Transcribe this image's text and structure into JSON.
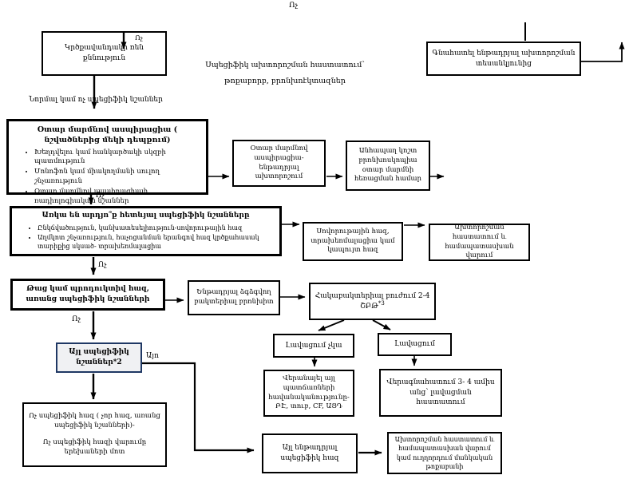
{
  "floating": {
    "no_top": "Ոչ",
    "no_xray": "Ոչ",
    "no_after_fb": "Ոչ",
    "no_after_specific": "Ոչ",
    "no_after_wet": "Ոչ",
    "yes": "Այո",
    "normal_label": "Նորմալ կամ ոչ սպեցիֆիկ նշաններ",
    "side_note_line1": "Սպեցիֆիկ ախտորոշման հաստատում՝",
    "side_note_line2": "թոքաբորբ, բրոնխոէկտազներ"
  },
  "nodes": {
    "chest_xray": {
      "text": "Կրծքավանդակի ռեն քննություն"
    },
    "evaluate": {
      "text": "Գնահատել ենթադրյալ ախտորոշման տեսանկյունից"
    },
    "fb_criteria": {
      "title": "Օտար մարմնով ասպիրացիա ( նշվածներից մեկի դեպքում)",
      "bullets": [
        "Խեղդվելու կամ հանկարծակի սկզբի պատմություն",
        "Մոնոֆոն կամ միակողմանի սուլող շնչառություն",
        "Օտար մարմնով ասպիրացիայի ռադիոլոգիական նշաններ"
      ]
    },
    "fb_presumed": {
      "text": "Օտար մարմնով ասպիրացիա- ենթադրյալ ախտորոշում"
    },
    "bronchoscopy": {
      "text": "Անհապաղ կոշտ բրոնխոսկոպիա օտար մարմնի հեռացման համար"
    },
    "specific_signs": {
      "title": "Առկա են արդյո՞ք հետևյալ սպեցիֆիկ նշանները",
      "bullets": [
        "Ընկճվածություն, կանխատեսելիություն-սովորութային հազ",
        "Աղմկոտ շնչառություն, հաչոցանման երանգով հազ կրծքահասակ տարիքից սկսած- տրախեոմալացիա"
      ]
    },
    "habit_cough": {
      "text": "Սովորութային հազ, տրախեոմալացիա կամ կապույտ հազ"
    },
    "confirm_manage": {
      "text": "Ախտորոշման հաստատում և համապատասխան վարում"
    },
    "wet_cough": {
      "text": "Թաց կամ պրոդուկտիվ հազ, առանց սպեցիֆիկ նշանների"
    },
    "pbb": {
      "text": "Ենթադրյալ ձգձգվող բակտերիալ բրոնխիտ"
    },
    "antibiotics": {
      "line1": "Հակաբակտերիալ բուժում 2-4",
      "line2": "ՇԲԹ",
      "sup": "*3"
    },
    "no_improvement": {
      "text": "Լավացում չկա"
    },
    "improvement": {
      "text": "Լավացում"
    },
    "review_causes": {
      "text": "Վերանայել այլ պատճառների հավանականությունը- ԲԷ, տուբ, CF, ԱՑԴ"
    },
    "reassess": {
      "text": "Վերագնահատում 3- 4 ամիս անց՝ լավացման հաստատում"
    },
    "other_specific": {
      "line1": "Այլ սպեցիֆիկ",
      "line2": "նշաններ*2"
    },
    "nonspecific_cough": {
      "para1": "Ոչ սպեցիֆիկ հազ ( չոր հազ, առանց սպեցիֆիկ նշանների)-",
      "para2": "Ոչ սպեցիֆիկ հազի վարումը երեխաների մոտ"
    },
    "other_presumed": {
      "text": "Այլ ենթադրյալ սպեցիֆիկ հազ"
    },
    "confirm_refer": {
      "text": "Ախտորոշման հաստատում և համապատասխան վարում կամ ուղղորդում մանկական թոքաբանի"
    }
  },
  "colors": {
    "line": "#000000",
    "highlight_border": "#1f3864",
    "highlight_fill": "#f0f1f3"
  }
}
